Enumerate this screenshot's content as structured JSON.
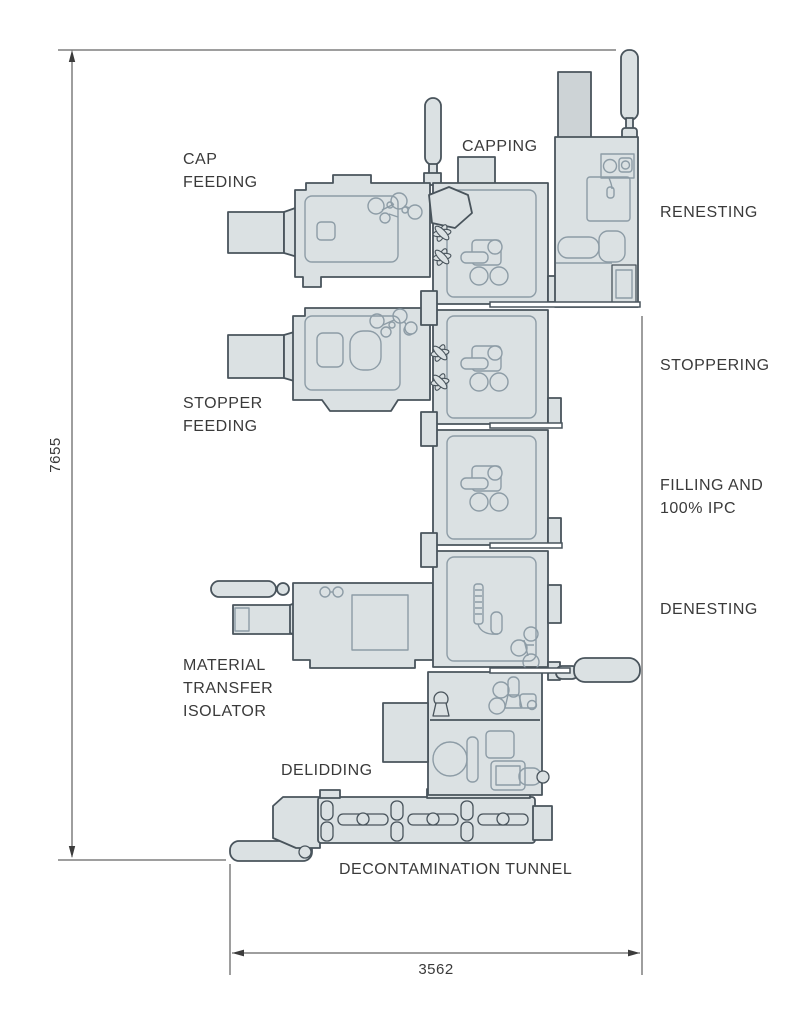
{
  "diagram": {
    "type": "pharmaceutical-filling-line-top-view",
    "labels": {
      "cap_feeding": {
        "line1": "CAP",
        "line2": "FEEDING"
      },
      "capping": "CAPPING",
      "renesting": "RENESTING",
      "stoppering": "STOPPERING",
      "filling": {
        "line1": "FILLING AND",
        "line2": "100% IPC"
      },
      "denesting": "DENESTING",
      "stopper_feeding": {
        "line1": "STOPPER",
        "line2": "FEEDING"
      },
      "material_transfer_isolator": {
        "line1": "MATERIAL",
        "line2": "TRANSFER",
        "line3": "ISOLATOR"
      },
      "delidding": "DELIDDING",
      "decontamination_tunnel": "DECONTAMINATION TUNNEL"
    },
    "dimensions": {
      "overall_height": "7655",
      "overall_width": "3562"
    },
    "colors": {
      "background": "#ffffff",
      "machine_fill": "#dbe1e3",
      "machine_fill_dark": "#cdd3d6",
      "outline": "#49545c",
      "inner_line": "#8d9ca6",
      "dimension_line": "#3c3c3c",
      "label_text": "#3a3a3a"
    }
  }
}
